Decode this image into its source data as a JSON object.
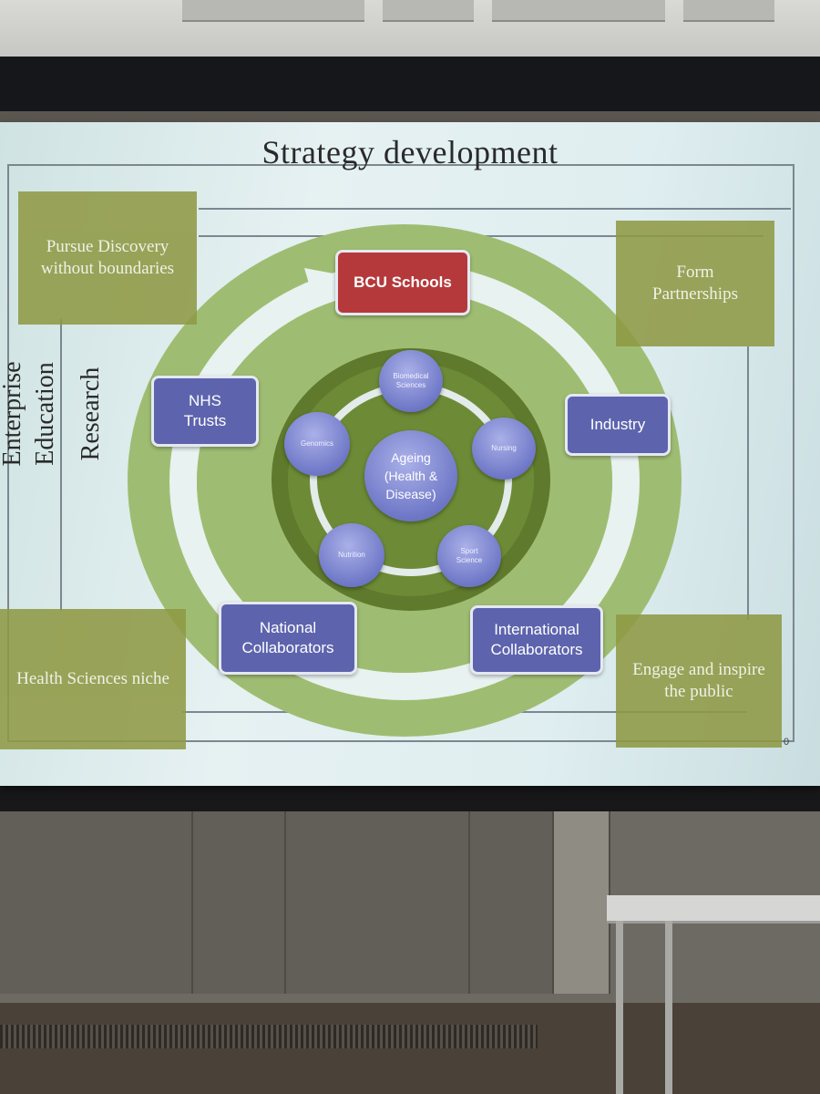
{
  "slide": {
    "title": "Strategy development",
    "page_number": "0"
  },
  "corners": {
    "top_left": "Pursue Discovery without boundaries",
    "top_right": "Form Partnerships",
    "bottom_left": "Health Sciences niche",
    "bottom_right": "Engage and inspire the public"
  },
  "side_labels": {
    "enterprise": "Enterprise",
    "education": "Education",
    "research": "Research"
  },
  "outer_nodes": {
    "bcu_schools": "BCU Schools",
    "nhs_trusts": "NHS Trusts",
    "industry": "Industry",
    "national": "National Collaborators",
    "international": "International Collaborators"
  },
  "inner": {
    "center": "Ageing (Health & Disease)",
    "biomedical": "Biomedical Sciences",
    "nursing": "Nursing",
    "sport": "Sport Science",
    "nutrition": "Nutrition",
    "genomics": "Genomics"
  },
  "colors": {
    "corner_green": "#8f9a45",
    "ring_green": "#9fbd72",
    "node_blue": "#5d64ad",
    "node_red": "#b5393b"
  }
}
